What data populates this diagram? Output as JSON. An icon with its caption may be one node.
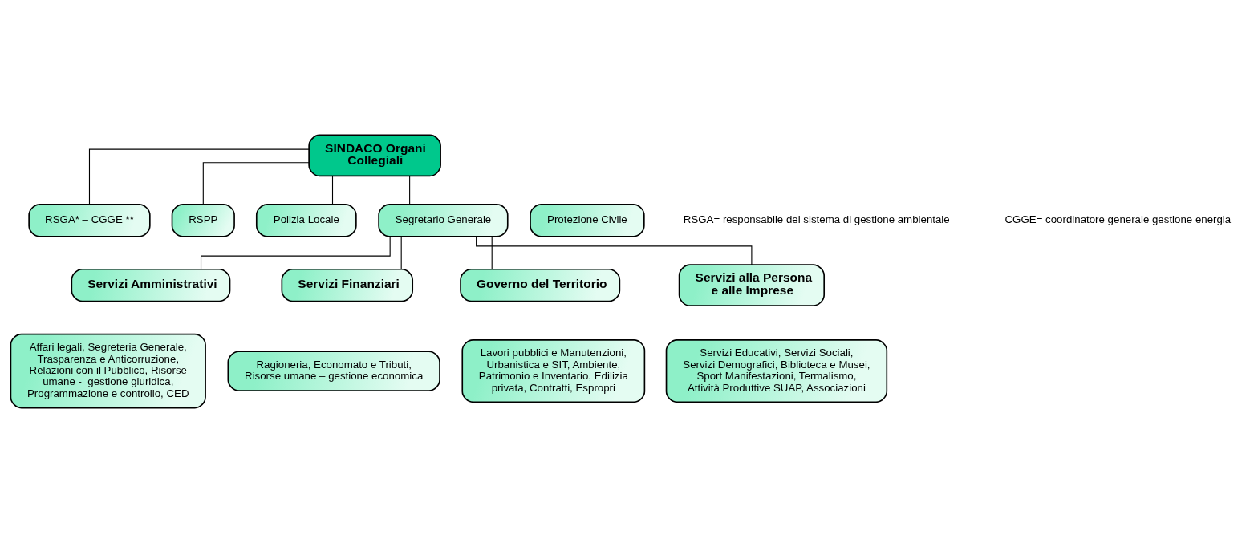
{
  "diagram": {
    "nodes": [
      {
        "text": [
          "SINDACO Organi Collegiali"
        ]
      },
      {
        "text": [
          "RSGA* – CGGE **"
        ]
      },
      {
        "text": [
          "RSPP"
        ]
      },
      {
        "text": [
          "Polizia Locale"
        ]
      },
      {
        "text": [
          "Segretario Generale"
        ]
      },
      {
        "text": [
          "Protezione Civile"
        ]
      },
      {
        "text": [
          "Servizi Amministrativi"
        ]
      },
      {
        "text": [
          "Affari legali, Segreteria Generale, Trasparenza e Anticorruzione, Relazioni con il Pubblico, Risorse umane -  gestione giuridica, Programmazione e controllo, CED"
        ]
      },
      {
        "text": [
          "Servizi Finanziari"
        ]
      },
      {
        "text": [
          "Ragioneria, Economato e Tributi, Risorse umane – gestione economica"
        ]
      },
      {
        "text": [
          "Governo del Territorio"
        ]
      },
      {
        "text": [
          "Lavori pubblici e Manutenzioni, Urbanistica e SIT, Ambiente, Patrimonio e Inventario, Edilizia privata, Contratti, Espropri"
        ]
      },
      {
        "text": [
          "Servizi alla Persona e alle Imprese"
        ]
      },
      {
        "text": [
          "Servizi Educativi, Servizi Sociali, Servizi Demografici, Biblioteca e Musei, Sport Manifestazioni, Termalismo, Attività Produttive SUAP, Associazioni"
        ]
      }
    ],
    "edges": [
      {
        "from": 0,
        "to": 1,
        "arrow": "none"
      },
      {
        "from": 0,
        "to": 2,
        "arrow": "none"
      },
      {
        "from": 0,
        "to": 3,
        "arrow": "none"
      },
      {
        "from": 0,
        "to": 4,
        "arrow": "none"
      },
      {
        "from": 4,
        "to": 6,
        "arrow": "none"
      },
      {
        "from": 4,
        "to": 8,
        "arrow": "none"
      },
      {
        "from": 4,
        "to": 10,
        "arrow": "none"
      },
      {
        "from": 4,
        "to": 12,
        "arrow": "none"
      }
    ],
    "labels": [
      "RSGA= responsabile del sistema di gestione ambientale",
      "CGGE= coordinatore generale gestione energia"
    ]
  }
}
